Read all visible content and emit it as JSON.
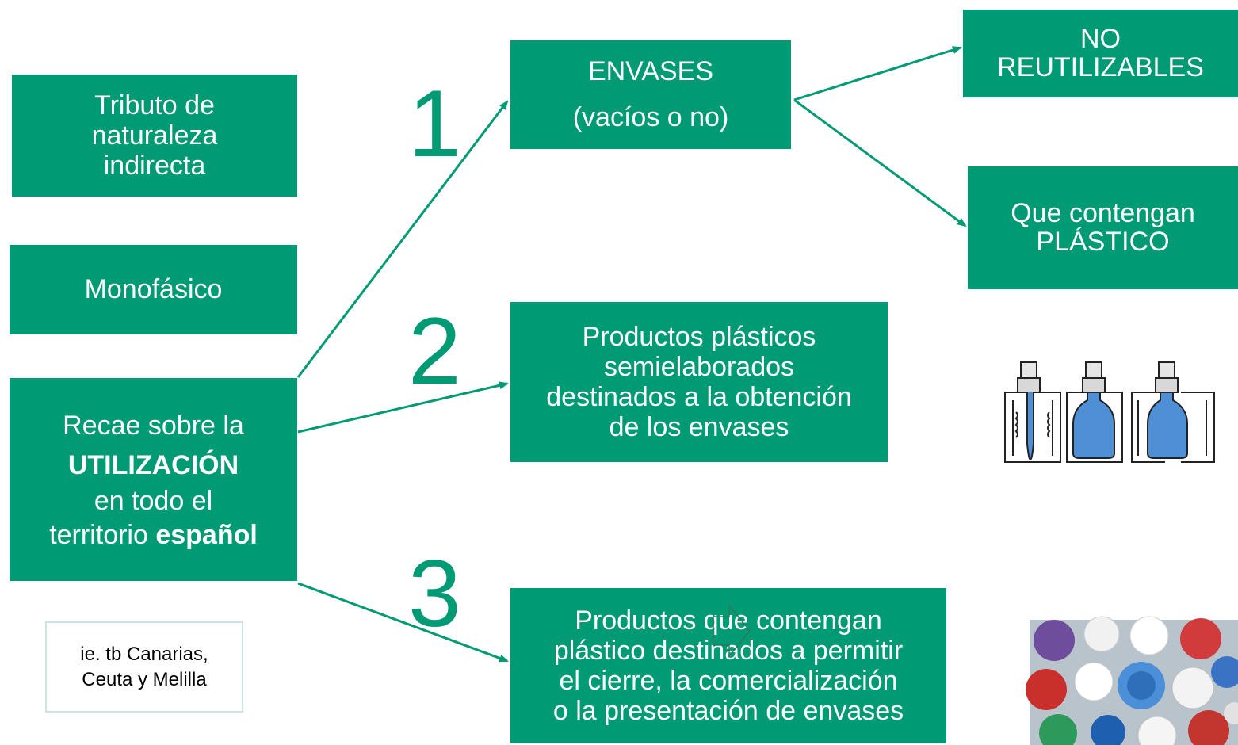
{
  "colors": {
    "accent": "#009a74",
    "text": "#ffffff"
  },
  "left": {
    "tributo": [
      "Tributo de",
      "naturaleza",
      "indirecta"
    ],
    "monofasico": "Monofásico",
    "recae": {
      "line1": "Recae sobre la",
      "line2": "UTILIZACIÓN",
      "line3": "en todo el",
      "line4_a": "territorio ",
      "line4_b": "español"
    },
    "note": [
      "ie. tb Canarias,",
      "Ceuta y Melilla"
    ]
  },
  "numbers": [
    "1",
    "2",
    "3"
  ],
  "middle": {
    "envases": [
      "ENVASES",
      "(vacíos o no)"
    ],
    "semielaborados": [
      "Productos plásticos",
      "semielaborados",
      "destinados a la obtención",
      "de los envases"
    ],
    "cierre": [
      "Productos que contengan",
      "plástico destinados a permitir",
      "el cierre, la comercialización",
      "o la presentación de envases"
    ]
  },
  "right": {
    "no_reutilizables": [
      "NO",
      "REUTILIZABLES"
    ],
    "plastico": [
      "Que contengan",
      "PLÁSTICO"
    ]
  },
  "images": [
    "preform-molding-illustration",
    "plastic-caps-photo"
  ]
}
